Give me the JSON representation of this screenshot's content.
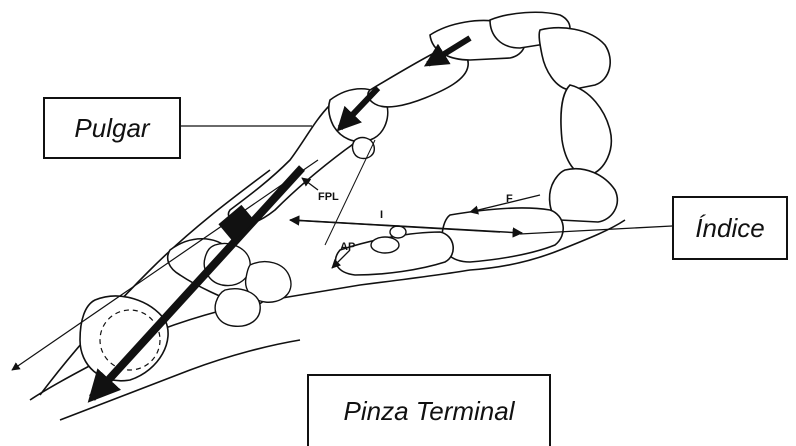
{
  "labels": {
    "pulgar": "Pulgar",
    "indice": "Índice",
    "pinza": "Pinza Terminal"
  },
  "annotations": {
    "fpl": "FPL",
    "ap": "AP",
    "f": "F",
    "i": "I"
  },
  "colors": {
    "ink": "#111111",
    "background": "#ffffff"
  }
}
